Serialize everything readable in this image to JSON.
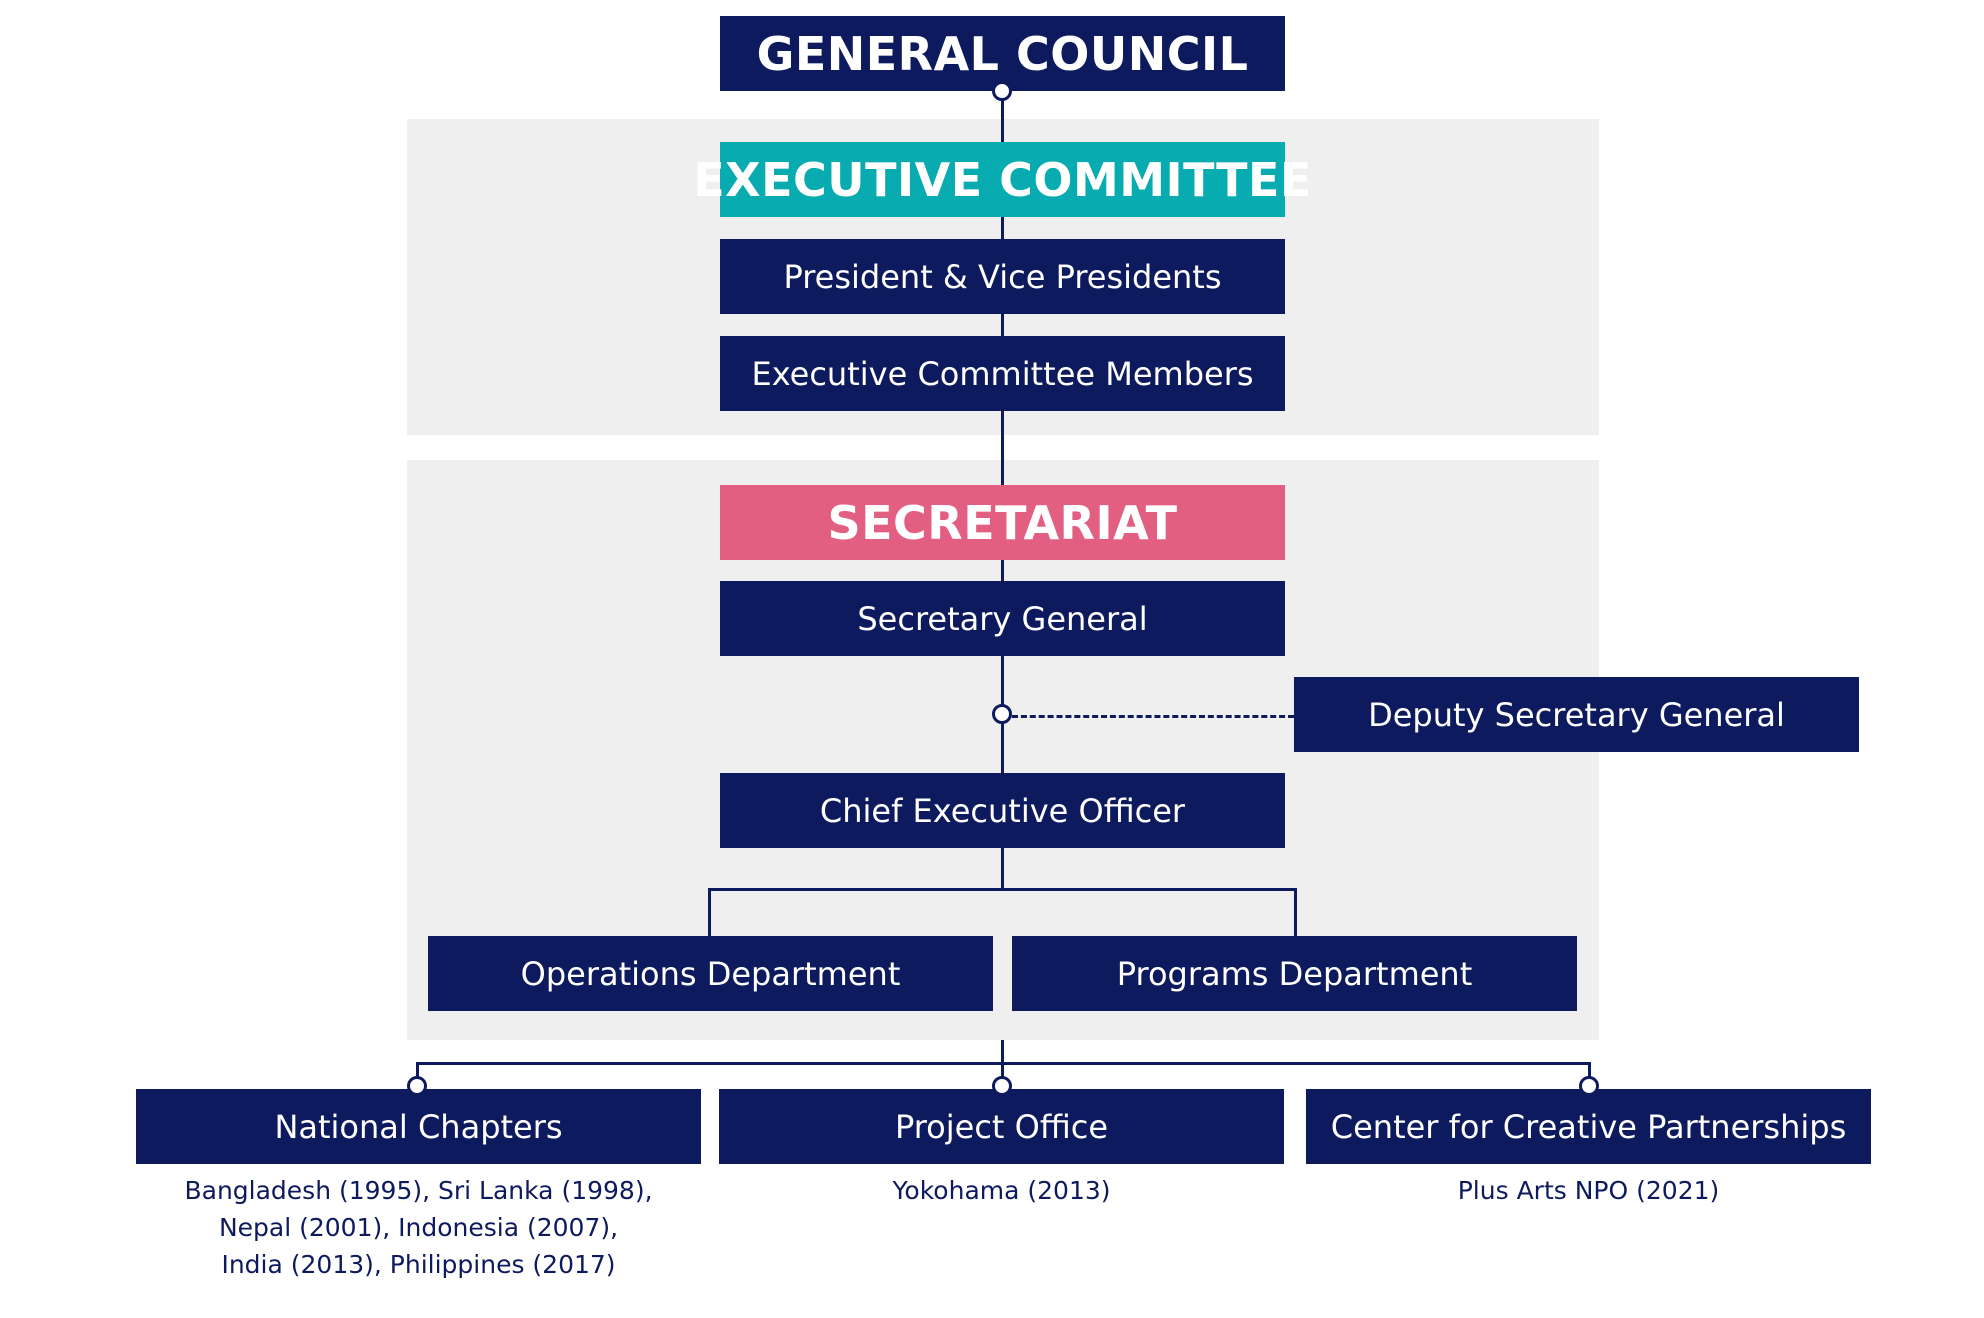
{
  "colors": {
    "navy": "#0d1a5e",
    "executive_teal": "#08abaf",
    "secretariat_pink": "#e35f82",
    "panel_gray": "#efefef"
  },
  "boxes": {
    "general_council": "GENERAL COUNCIL",
    "executive_committee": "EXECUTIVE COMMITTEE",
    "president_vice_presidents": "President & Vice Presidents",
    "executive_committee_members": "Executive Committee Members",
    "secretariat": "SECRETARIAT",
    "secretary_general": "Secretary General",
    "deputy_secretary_general": "Deputy Secretary General",
    "chief_executive_officer": "Chief Executive Officer",
    "operations_department": "Operations Department",
    "programs_department": "Programs Department",
    "national_chapters": "National Chapters",
    "project_office": "Project Office",
    "center_for_creative_partnerships": "Center for Creative Partnerships"
  },
  "notes": {
    "national_chapters": [
      "Bangladesh (1995), Sri Lanka (1998),",
      "Nepal (2001), Indonesia (2007),",
      "India (2013), Philippines (2017)"
    ],
    "project_office": "Yokohama (2013)",
    "center_for_creative_partnerships": "Plus Arts NPO (2021)"
  }
}
